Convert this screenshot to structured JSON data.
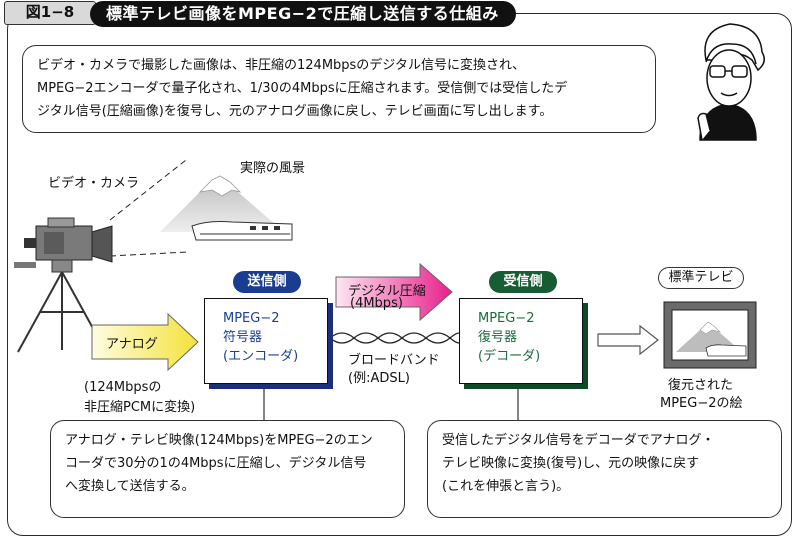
{
  "figure": {
    "label": "図1−8",
    "title": "標準テレビ画像をMPEG−2で圧縮し送信する仕組み"
  },
  "notes": {
    "top": "ビデオ・カメラで撮影した画像は、非圧縮の124Mbpsのデジタル信号に変換され、\nMPEG−2エンコーダで量子化され、1/30の4Mbpsに圧縮されます。受信側では受信したデ\nジタル信号(圧縮画像)を復号し、元のアナログ画像に戻し、テレビ画面に写し出します。",
    "bottom_left": "アナログ・テレビ映像(124Mbps)をMPEG−2のエン\nコーダで30分の1の4Mbpsに圧縮し、デジタル信号\nへ変換して送信する。",
    "bottom_right": "受信したデジタル信号をデコーダでアナログ・\nテレビ映像に変換(復号)し、元の映像に戻す\n(これを伸張と言う)。"
  },
  "labels": {
    "camera": "ビデオ・カメラ",
    "scene": "実際の風景",
    "analog": "アナログ",
    "uncompressed_line1": "(124Mbpsの",
    "uncompressed_line2": "非圧縮PCMに変換)",
    "compression_line1": "デジタル圧縮",
    "compression_line2": "(4Mbps)",
    "broadband_line1": "ブロードバンド",
    "broadband_line2": "(例:ADSL)",
    "restored_line1": "復元された",
    "restored_line2": "MPEG−2の絵"
  },
  "encoder": {
    "side": "送信側",
    "text": "MPEG−2\n符号器\n(エンコーダ)"
  },
  "decoder": {
    "side": "受信側",
    "text": "MPEG−2\n復号器\n(デコーダ)"
  },
  "tv": {
    "label": "標準テレビ"
  },
  "colors": {
    "sender": "#1b3d8f",
    "receiver": "#175c32",
    "analog_arrow": "#f3e23a",
    "compress_arrow": "#e8208c"
  }
}
